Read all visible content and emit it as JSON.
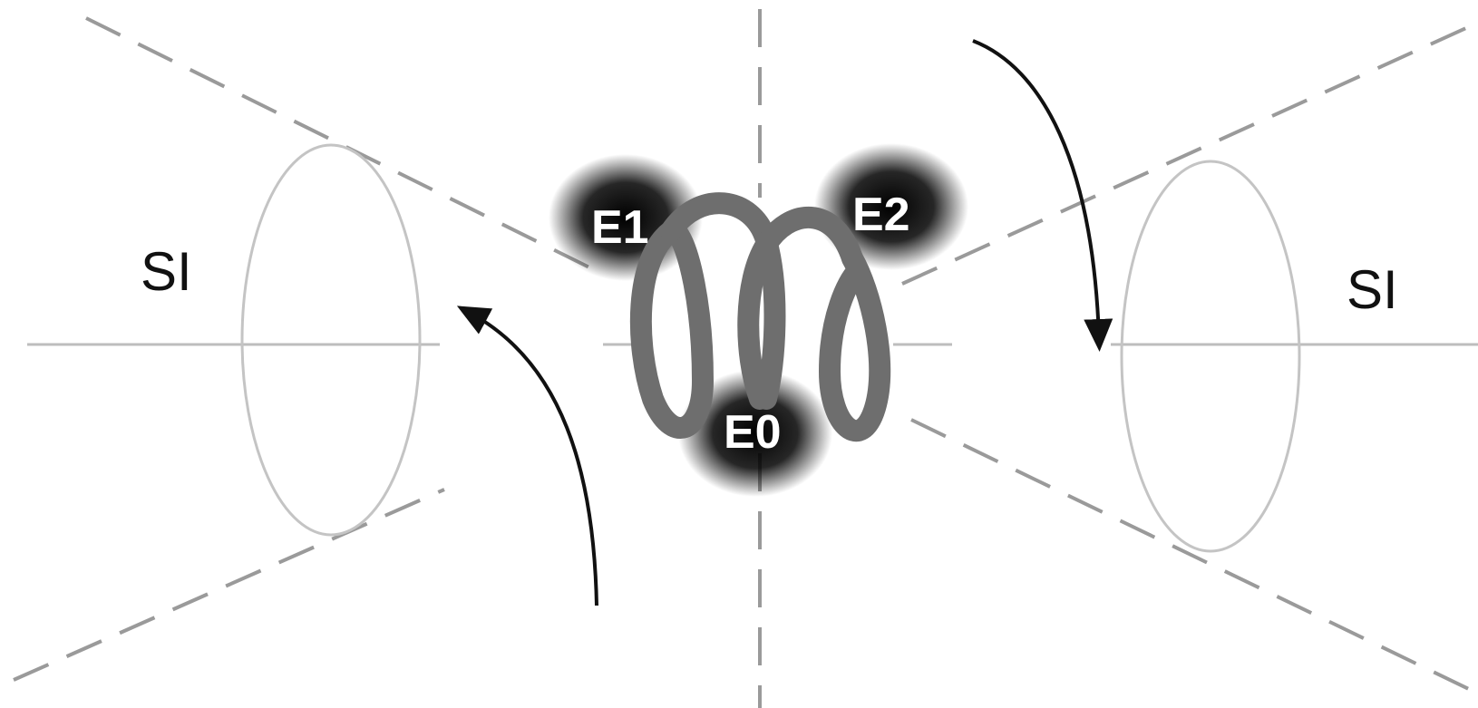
{
  "labels": {
    "left_region": "SI",
    "right_region": "SI",
    "electrode_1": "E1",
    "electrode_2": "E2",
    "electrode_0": "E0"
  },
  "colors": {
    "background": "#ffffff",
    "dashed_line": "#9a9a9a",
    "axis_line": "#bdbdbd",
    "ellipse": "#c4c4c4",
    "coil": "#6e6e6e",
    "arrow": "#111111",
    "label_glow": "#000000",
    "label_text": "#ffffff"
  },
  "icons": {
    "coil": "figure-eight-coil-icon",
    "arrow": "curved-arrow-icon"
  }
}
